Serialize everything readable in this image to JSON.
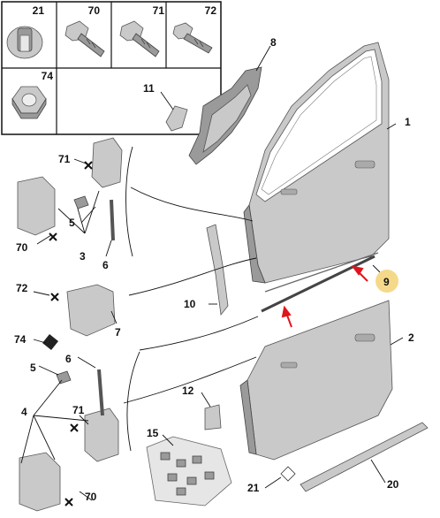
{
  "thumbnails": [
    {
      "id": "thumb-21",
      "label": "21",
      "icon": "clip-icon"
    },
    {
      "id": "thumb-70",
      "label": "70",
      "icon": "screw-icon"
    },
    {
      "id": "thumb-71",
      "label": "71",
      "icon": "screw-icon"
    },
    {
      "id": "thumb-72",
      "label": "72",
      "icon": "screw-icon"
    },
    {
      "id": "thumb-74",
      "label": "74",
      "icon": "nut-icon"
    }
  ],
  "callouts": {
    "c1": "1",
    "c2": "2",
    "c3": "3",
    "c4": "4",
    "c5a": "5",
    "c5b": "5",
    "c6a": "6",
    "c6b": "6",
    "c7": "7",
    "c8": "8",
    "c9": "9",
    "c10": "10",
    "c11": "11",
    "c12": "12",
    "c15": "15",
    "c20": "20",
    "c21": "21",
    "c70a": "70",
    "c70b": "70",
    "c71a": "71",
    "c71b": "71",
    "c72": "72",
    "c74": "74"
  },
  "highlight": {
    "part": "9",
    "color": "#f5d98a"
  },
  "colors": {
    "arrow": "#e0141c",
    "part_fill": "#c9c9c9",
    "outline": "#555555"
  }
}
